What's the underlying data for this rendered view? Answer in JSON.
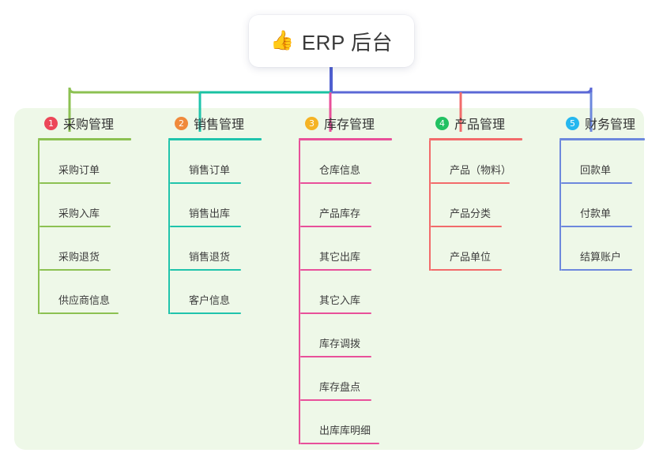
{
  "root": {
    "icon": "thumbs-up-icon",
    "icon_glyph": "👍",
    "title": "ERP 后台"
  },
  "palette": {
    "panel_bg": "#eef8e8",
    "stem_root": "#4f5fd0",
    "bus_left": "#8cc152",
    "bus_mid": "#19c2a2",
    "bus_right": "#5b68d6"
  },
  "columns": [
    {
      "number": "1",
      "label": "采购管理",
      "badge_color": "#ec4758",
      "line_color": "#8cc152",
      "items": [
        {
          "label": "采购订单"
        },
        {
          "label": "采购入库"
        },
        {
          "label": "采购退货"
        },
        {
          "label": "供应商信息"
        }
      ]
    },
    {
      "number": "2",
      "label": "销售管理",
      "badge_color": "#f08a3c",
      "line_color": "#20c4ac",
      "items": [
        {
          "label": "销售订单"
        },
        {
          "label": "销售出库"
        },
        {
          "label": "销售退货"
        },
        {
          "label": "客户信息"
        }
      ]
    },
    {
      "number": "3",
      "label": "库存管理",
      "badge_color": "#f5b324",
      "line_color": "#e8509a",
      "items": [
        {
          "label": "仓库信息"
        },
        {
          "label": "产品库存"
        },
        {
          "label": "其它出库"
        },
        {
          "label": "其它入库"
        },
        {
          "label": "库存调拨"
        },
        {
          "label": "库存盘点"
        },
        {
          "label": "出库库明细"
        }
      ]
    },
    {
      "number": "4",
      "label": "产品管理",
      "badge_color": "#22c162",
      "line_color": "#f26b6b",
      "items": [
        {
          "label": "产品（物料）"
        },
        {
          "label": "产品分类"
        },
        {
          "label": "产品单位"
        }
      ]
    },
    {
      "number": "5",
      "label": "财务管理",
      "badge_color": "#25b7ef",
      "line_color": "#6d88dd",
      "items": [
        {
          "label": "回款单"
        },
        {
          "label": "付款单"
        },
        {
          "label": "结算账户"
        }
      ]
    }
  ]
}
